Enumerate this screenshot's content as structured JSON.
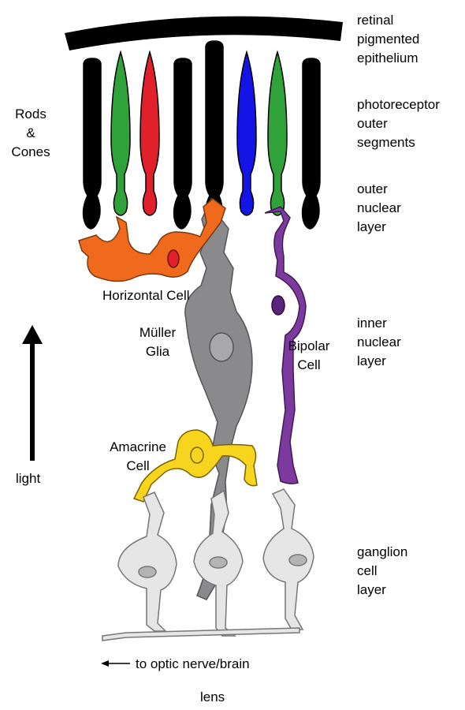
{
  "labels": {
    "rpe": [
      "retinal",
      "pigmented",
      "epithelium"
    ],
    "photoreceptor_outer": [
      "photoreceptor",
      "outer",
      "segments"
    ],
    "rods_cones": [
      "Rods",
      "&",
      "Cones"
    ],
    "outer_nuclear": [
      "outer",
      "nuclear",
      "layer"
    ],
    "horizontal": "Horizontal Cell",
    "muller": [
      "Müller",
      "Glia"
    ],
    "bipolar": [
      "Bipolar",
      "Cell"
    ],
    "inner_nuclear": [
      "inner",
      "nuclear",
      "layer"
    ],
    "amacrine": [
      "Amacrine",
      "Cell"
    ],
    "light": "light",
    "ganglion": [
      "ganglion",
      "cell",
      "layer"
    ],
    "optic_nerve": "to optic nerve/brain",
    "lens": "lens"
  },
  "colors": {
    "rod": "#000000",
    "green_cone": "#2fa33a",
    "red_cone": "#e0212b",
    "blue_cone": "#1414e6",
    "horizontal": "#f06a1e",
    "muller": "#8a8a8c",
    "bipolar": "#7c3a9e",
    "amacrine": "#f7d51e",
    "ganglion": "#e6e6e6"
  },
  "photoreceptors": [
    "rod",
    "green_cone",
    "red_cone",
    "rod",
    "rod",
    "blue_cone",
    "green_cone",
    "rod"
  ]
}
